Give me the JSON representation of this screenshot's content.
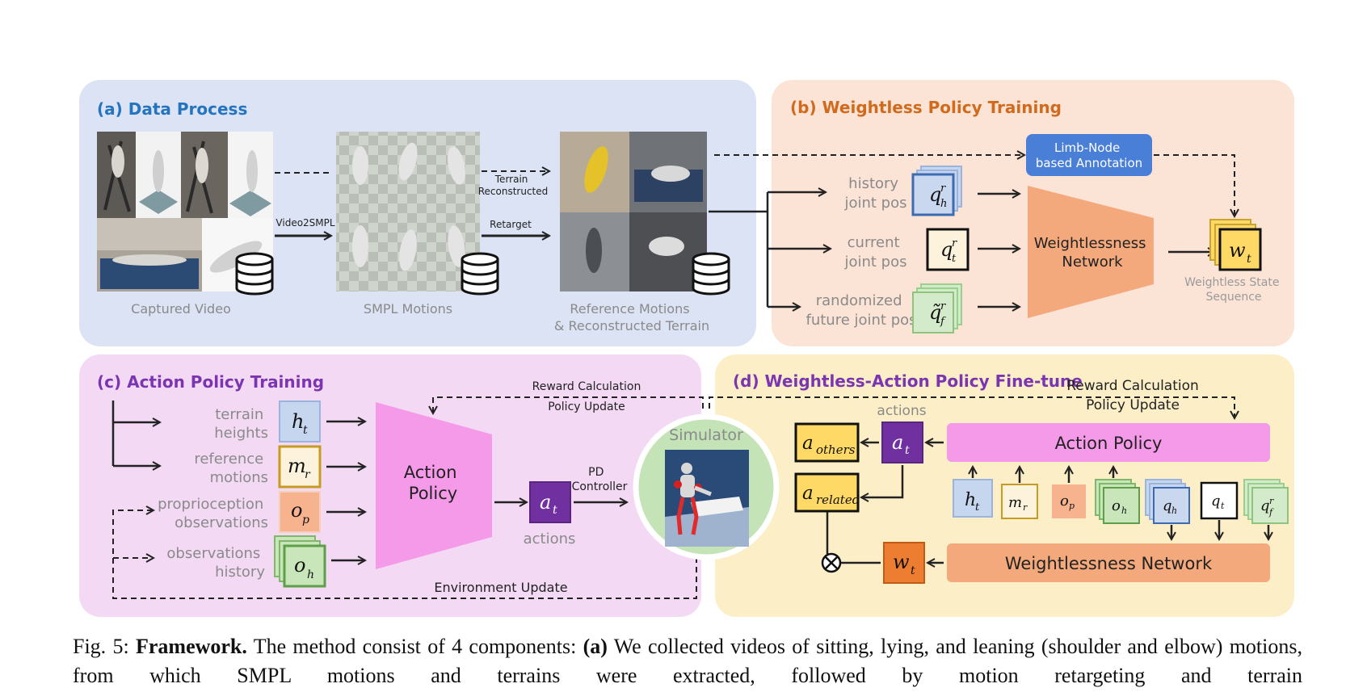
{
  "panels": {
    "a": {
      "title": "(a) Data Process",
      "captured_video": "Captured Video",
      "smpl_motions": "SMPL Motions",
      "video2smpl": "Video2SMPL",
      "terrain_reconstructed": [
        "Terrain",
        "Reconstructed"
      ],
      "retarget": "Retarget",
      "reference_motions": [
        "Reference Motions",
        "& Reconstructed Terrain"
      ]
    },
    "b": {
      "title": "(b) Weightless Policy Training",
      "annotation": [
        "Limb-Node",
        "based Annotation"
      ],
      "history_joint_pos": [
        "history",
        "joint pos"
      ],
      "current_joint_pos": [
        "current",
        "joint pos"
      ],
      "future_joint_pos": [
        "randomized",
        "future joint pos"
      ],
      "network": [
        "Weightlessness",
        "Network"
      ],
      "wstate": [
        "Weightless State",
        "Sequence"
      ],
      "sym_qh": "q",
      "sym_qt": "q",
      "sym_qf": "q̃",
      "sym_wt": "w"
    },
    "c": {
      "title": "(c) Action Policy Training",
      "terrain_heights": [
        "terrain",
        "heights"
      ],
      "reference_motions": [
        "reference",
        "motions"
      ],
      "proprioception": [
        "proprioception",
        "observations"
      ],
      "obs_history": [
        "observations",
        "history"
      ],
      "action_policy": [
        "Action",
        "Policy"
      ],
      "actions": "actions",
      "pd_controller": [
        "PD",
        "Controller"
      ],
      "reward": "Reward Calculation",
      "policy_update": "Policy Update",
      "env_update": "Environment Update",
      "simulator": "Simulator",
      "sym_h": "h",
      "sym_m": "m",
      "sym_o": "o",
      "sym_a": "a"
    },
    "d": {
      "title": "(d) Weightless-Action Policy Fine-tune",
      "reward": "Reward Calculation",
      "policy_update": "Policy Update",
      "actions": "actions",
      "action_policy": "Action Policy",
      "network": "Weightlessness Network",
      "a_others": "others",
      "a_related": "related"
    }
  },
  "caption": {
    "lead": "Fig. 5: ",
    "bold": "Framework.",
    "text1": " The method consist of 4 components: ",
    "bold2": "(a)",
    "text2": " We collected videos of sitting, lying, and leaning (shoulder and elbow) motions, from which SMPL motions and terrains were extracted, followed by motion retargeting and terrain"
  },
  "colors": {
    "panel_a": "#dbe3f4",
    "panel_b": "#fbe3d6",
    "panel_c": "#f3d9f4",
    "panel_d": "#fcefc7",
    "title_a": "#2574c0",
    "title_b": "#d06a1c",
    "title_cd": "#7b35b0",
    "network": "#f3a97c",
    "policy": "#f59ae8",
    "action": "#7030a0",
    "wt": "#ffd966"
  }
}
